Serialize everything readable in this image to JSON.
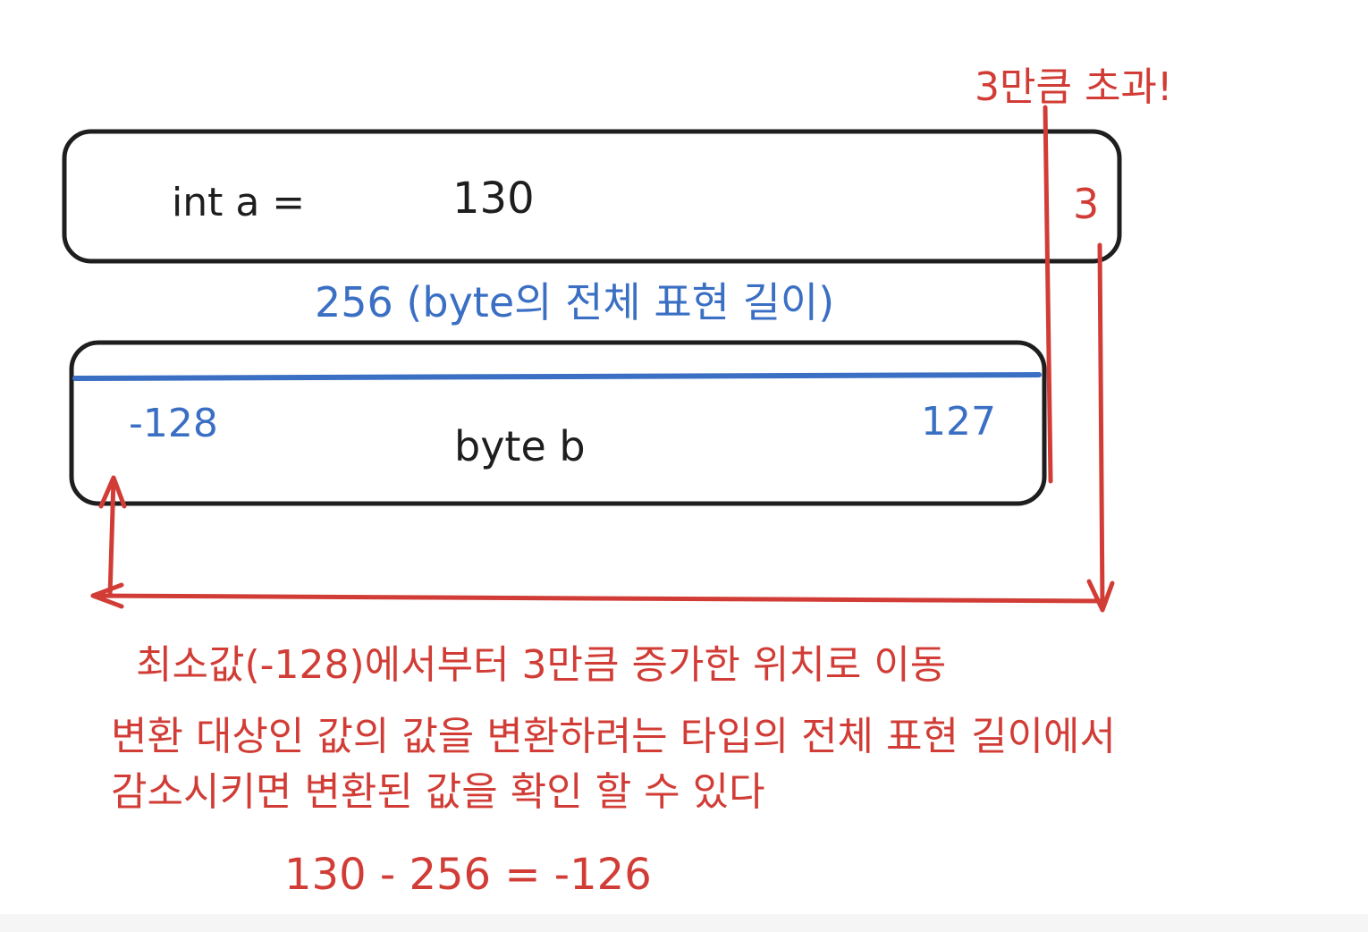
{
  "colors": {
    "stroke": "#1e1e1e",
    "blue": "#3a6fc4",
    "red": "#d13d36"
  },
  "top_box": {
    "label": "int a =",
    "value": "130",
    "overflow_value": "3"
  },
  "overflow_note": "3만큼 초과!",
  "range_label": "256 (byte의 전체 표현 길이)",
  "bottom_box": {
    "min_label": "-128",
    "max_label": "127",
    "name": "byte b"
  },
  "explanation": {
    "line1": "최소값(-128)에서부터 3만큼 증가한 위치로 이동",
    "line2": "변환 대상인 값의 값을 변환하려는 타입의 전체 표현 길이에서",
    "line3": "감소시키면 변환된 값을 확인 할 수 있다"
  },
  "formula": "130 - 256 = -126"
}
